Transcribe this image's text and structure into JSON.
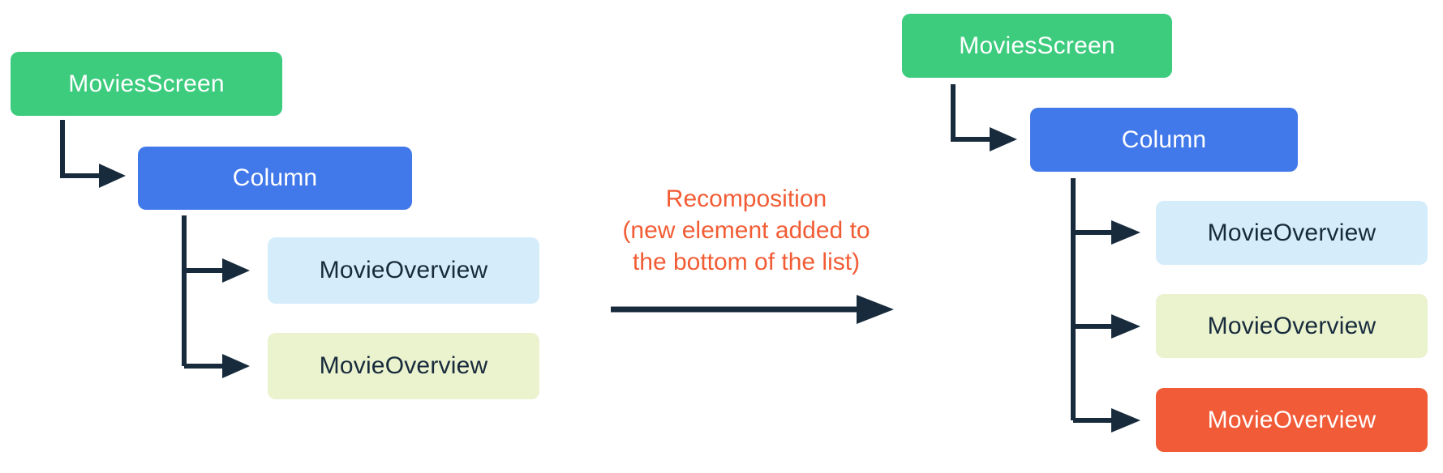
{
  "colors": {
    "green": "#3dcc7e",
    "blue": "#4279ea",
    "light_blue": "#d5edfb",
    "light_yellow": "#eaf2ce",
    "orange": "#f15b38",
    "dark_navy": "#182b3c",
    "label_orange": "#f25c35",
    "background": "#ffffff"
  },
  "left_tree": {
    "root": {
      "label": "MoviesScreen"
    },
    "column": {
      "label": "Column"
    },
    "children": [
      {
        "label": "MovieOverview"
      },
      {
        "label": "MovieOverview"
      }
    ]
  },
  "right_tree": {
    "root": {
      "label": "MoviesScreen"
    },
    "column": {
      "label": "Column"
    },
    "children": [
      {
        "label": "MovieOverview"
      },
      {
        "label": "MovieOverview"
      },
      {
        "label": "MovieOverview"
      }
    ]
  },
  "transition": {
    "label_line1": "Recomposition",
    "label_line2": "(new element added to",
    "label_line3": "the bottom of the list)"
  }
}
